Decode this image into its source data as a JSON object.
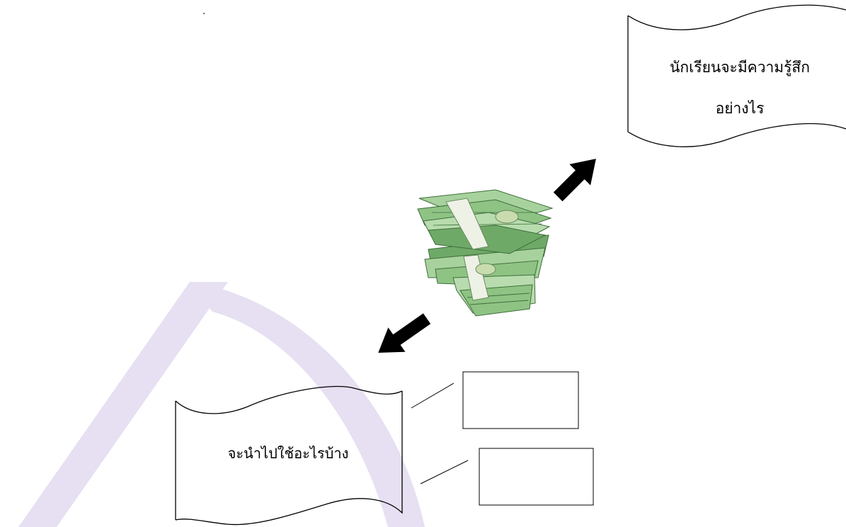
{
  "diagram": {
    "top_note": {
      "line1": "นักเรียนจะมีความรู้สึก",
      "line2": "อย่างไร"
    },
    "bottom_note": {
      "text": "จะนำไปใช้อะไรบ้าง"
    },
    "center_image": {
      "icon": "money-stack-icon"
    },
    "answer_boxes": [
      {
        "value": ""
      },
      {
        "value": ""
      }
    ],
    "colors": {
      "stroke": "#000000",
      "watermark": "#e3ddf0",
      "bill_light": "#b8dcae",
      "bill_mid": "#8fc384",
      "bill_dark": "#5e9a58",
      "band": "#eef2e6"
    }
  }
}
